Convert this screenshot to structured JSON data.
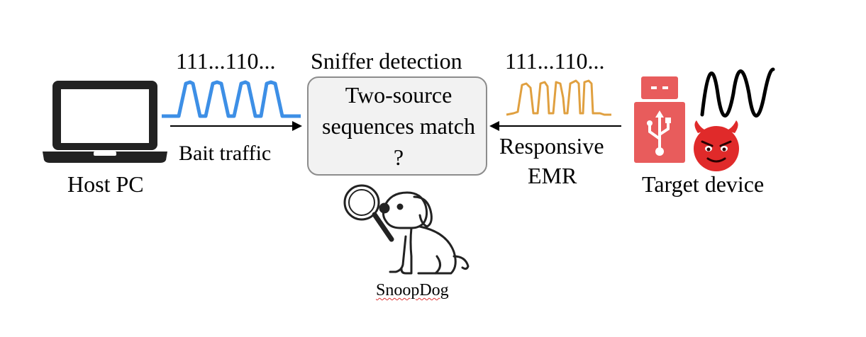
{
  "left": {
    "bits": "111...110...",
    "arrow_label": "Bait traffic",
    "device_label": "Host PC",
    "wave_color": "#3d8fe6",
    "icon": "laptop-icon"
  },
  "center": {
    "title": "Sniffer detection",
    "box_lines": [
      "Two-source",
      "sequences match",
      "?"
    ],
    "mascot_label": "SnoopDog",
    "mascot_icon": "dog-with-magnifier-icon"
  },
  "right": {
    "bits": "111...110...",
    "arrow_label_line1": "Responsive",
    "arrow_label_line2": "EMR",
    "device_label": "Target device",
    "wave_color": "#e0a040",
    "usb_color": "#e85c5c",
    "devil_color": "#e02a2a",
    "icons": [
      "usb-drive-icon",
      "devil-face-icon",
      "sine-wave-icon"
    ]
  }
}
